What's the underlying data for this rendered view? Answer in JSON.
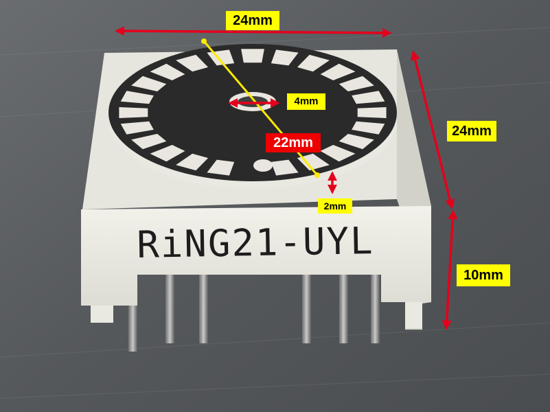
{
  "labels": {
    "width_top": "24mm",
    "height_right": "24mm",
    "ring_diameter": "22mm",
    "hole_diameter": "4mm",
    "ring_thickness": "2mm",
    "pin_length": "10mm"
  },
  "component_marking": "RiNG21-UYL",
  "colors": {
    "annotation_arrow": "#e4001c",
    "diameter_line": "#ffea00",
    "label_yellow": "#ffff00",
    "label_red": "#ee0000",
    "ring_face": "#2a2a2a",
    "segment": "#e8e6df",
    "package_body": "#ecebe4"
  },
  "led_segment_count": 24
}
